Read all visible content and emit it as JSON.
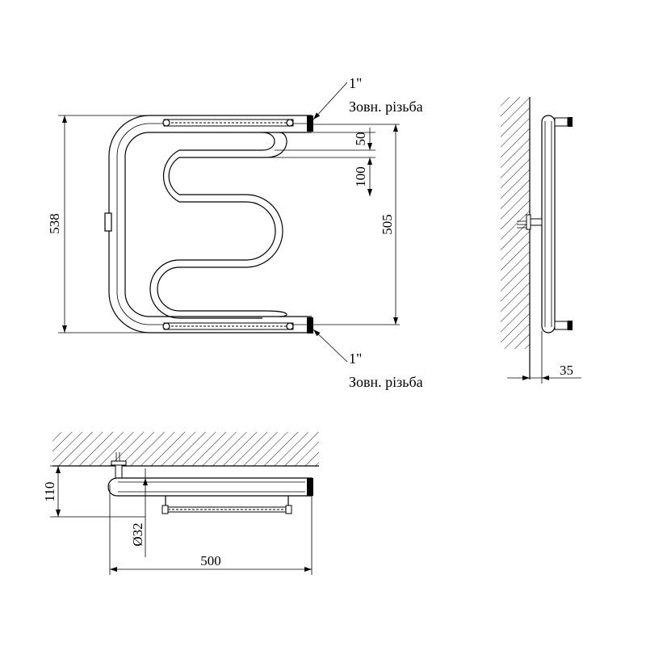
{
  "dimensions": {
    "overall_height": "538",
    "center_distance": "505",
    "loop_offset": "50",
    "loop_pitch": "100",
    "wall_offset_side": "35",
    "wall_offset_top": "110",
    "tube_diameter": "Ø32",
    "overall_width": "500"
  },
  "callouts": {
    "top_size": "1\"",
    "top_thread": "Зовн. різьба",
    "bottom_size": "1\"",
    "bottom_thread": "Зовн. різьба"
  },
  "colors": {
    "line": "#000000",
    "background": "#ffffff",
    "hatch": "#000000"
  }
}
